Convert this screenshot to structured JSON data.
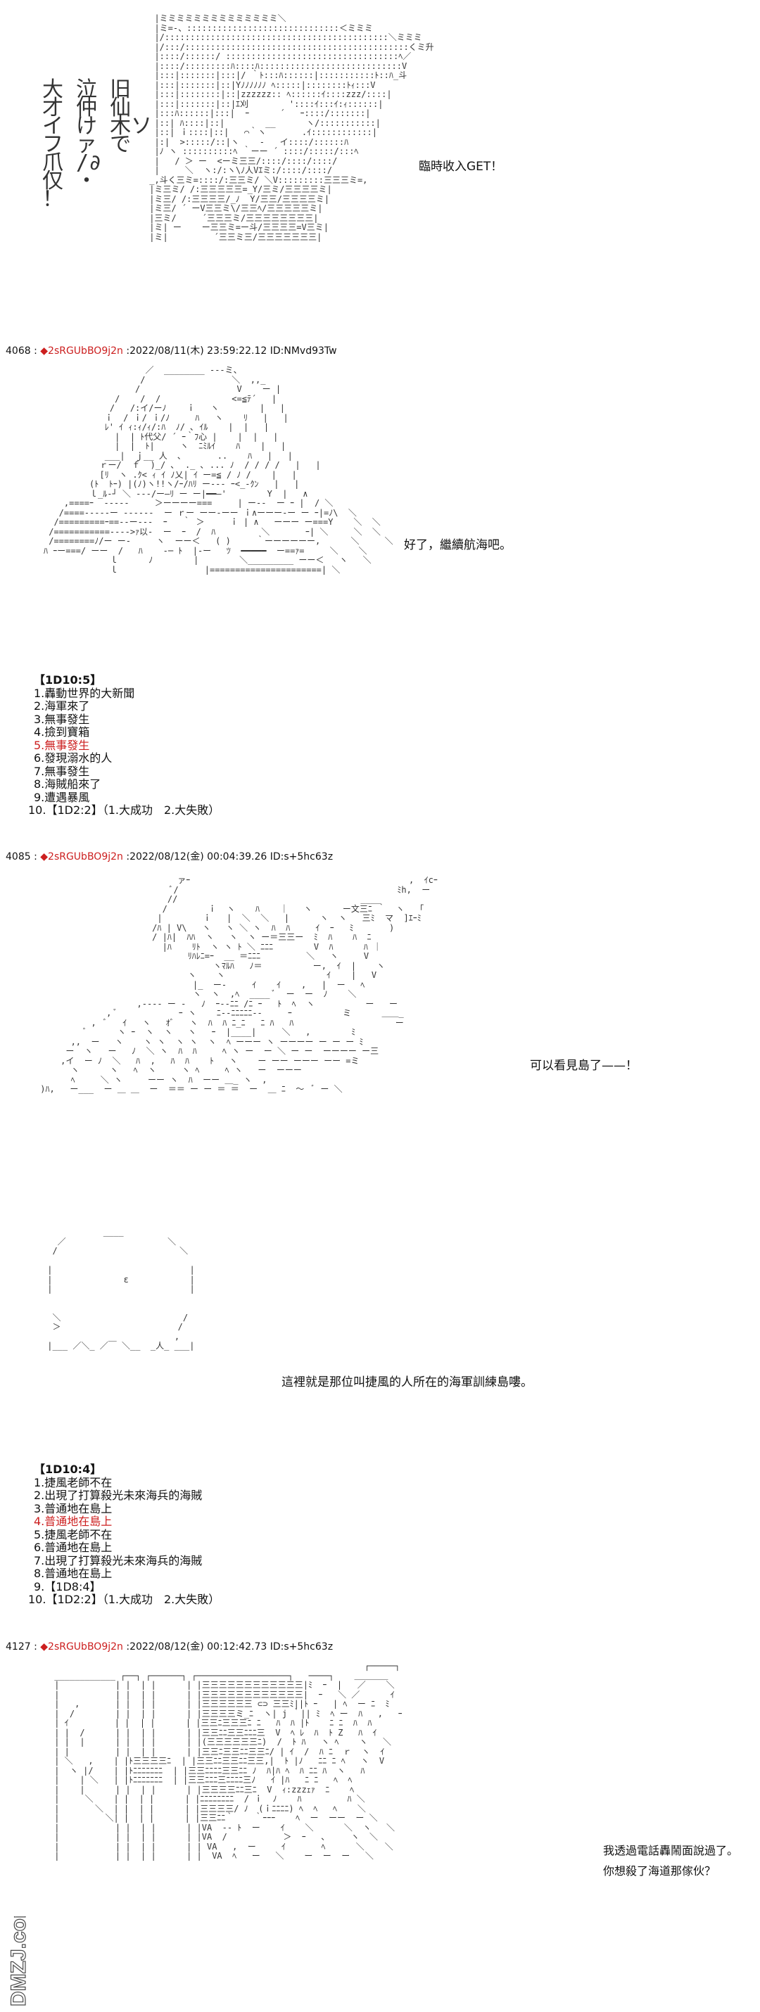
{
  "panels": [
    {
      "caption": "臨時收入GET！",
      "vertical_text": [
        "大 泣 旧",
        "才 仲 仙",
        "イ け 木ソ",
        "フ ァ で",
        "爪 /∂",
        "仅 ・",
        "！"
      ]
    },
    {
      "header": {
        "number": "4068",
        "trip": "◆2sRGUbBO9j2n",
        "date": "2022/08/11(木) 23:59:22.12",
        "id": "ID:NMvd93Tw"
      },
      "caption": "好了，繼續航海吧。",
      "choices": {
        "title": "【1D10:5】",
        "items": [
          "1.轟動世界的大新聞",
          "2.海軍來了",
          "3.無事發生",
          "4.撿到寶箱",
          "5.無事發生",
          "6.發現溺水的人",
          "7.無事發生",
          "8.海賊船來了",
          "9.遭遇暴風",
          "10.【1D2:2】（1.大成功　2.大失敗）"
        ],
        "highlight_index": 4
      }
    },
    {
      "header": {
        "number": "4085",
        "trip": "◆2sRGUbBO9j2n",
        "date": "2022/08/12(金) 00:04:39.26",
        "id": "ID:s+5hc63z"
      },
      "caption": "可以看見島了——！",
      "caption2": "這裡就是那位叫捷風的人所在的海軍訓練島嘍。",
      "choices": {
        "title": "【1D10:4】",
        "items": [
          "1.捷風老師不在",
          "2.出現了打算殺光未來海兵的海賊",
          "3.普通地在島上",
          "4.普通地在島上",
          "5.捷風老師不在",
          "6.普通地在島上",
          "7.出現了打算殺光未來海兵的海賊",
          "8.普通地在島上",
          "9.【1D8:4】",
          "10.【1D2:2】（1.大成功　2.大失敗）"
        ],
        "highlight_index": 3
      }
    },
    {
      "header": {
        "number": "4127",
        "trip": "◆2sRGUbBO9j2n",
        "date": "2022/08/12(金) 00:12:42.73",
        "id": "ID:s+5hc63z"
      },
      "caption": "我透過電話轟鬧面說過了。",
      "caption2": "你想殺了海道那傢伙？"
    }
  ],
  "watermark": "DMZJ.com"
}
